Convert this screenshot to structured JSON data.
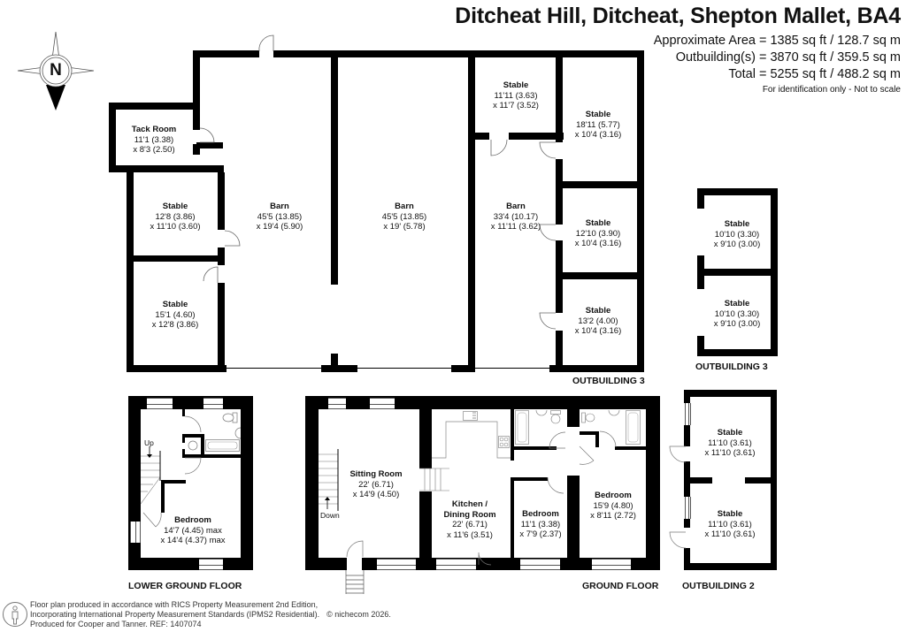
{
  "header": {
    "title": "Ditcheat Hill, Ditcheat, Shepton Mallet, BA4",
    "approximate_area": "Approximate Area = 1385 sq ft / 128.7 sq m",
    "outbuildings_area": "Outbuilding(s) = 3870 sq ft / 359.5 sq m",
    "total_area": "Total = 5255 sq ft / 488.2 sq m",
    "disclaimer": "For identification only - Not to scale"
  },
  "compass": {
    "label": "N",
    "icon": "compass-north-icon"
  },
  "outbuilding3_main": {
    "label": "OUTBUILDING 3",
    "rooms": [
      {
        "name": "Tack Room",
        "dim1": "11'1 (3.38)",
        "dim2": "x 8'3 (2.50)"
      },
      {
        "name": "Stable",
        "dim1": "12'8 (3.86)",
        "dim2": "x 11'10 (3.60)"
      },
      {
        "name": "Stable",
        "dim1": "15'1 (4.60)",
        "dim2": "x 12'8 (3.86)"
      },
      {
        "name": "Barn",
        "dim1": "45'5 (13.85)",
        "dim2": "x 19'4 (5.90)"
      },
      {
        "name": "Barn",
        "dim1": "45'5 (13.85)",
        "dim2": "x 19' (5.78)"
      },
      {
        "name": "Stable",
        "dim1": "11'11 (3.63)",
        "dim2": "x 11'7 (3.52)"
      },
      {
        "name": "Barn",
        "dim1": "33'4 (10.17)",
        "dim2": "x 11'11 (3.62)"
      },
      {
        "name": "Stable",
        "dim1": "18'11 (5.77)",
        "dim2": "x 10'4 (3.16)"
      },
      {
        "name": "Stable",
        "dim1": "12'10 (3.90)",
        "dim2": "x 10'4 (3.16)"
      },
      {
        "name": "Stable",
        "dim1": "13'2 (4.00)",
        "dim2": "x 10'4 (3.16)"
      }
    ]
  },
  "outbuilding3_small": {
    "label": "OUTBUILDING 3",
    "rooms": [
      {
        "name": "Stable",
        "dim1": "10'10 (3.30)",
        "dim2": "x 9'10 (3.00)"
      },
      {
        "name": "Stable",
        "dim1": "10'10 (3.30)",
        "dim2": "x 9'10 (3.00)"
      }
    ]
  },
  "lower_ground_floor": {
    "label": "LOWER GROUND FLOOR",
    "stairs_label": "Up",
    "rooms": [
      {
        "name": "Bedroom",
        "dim1": "14'7 (4.45) max",
        "dim2": "x 14'4 (4.37) max"
      }
    ]
  },
  "ground_floor": {
    "label": "GROUND FLOOR",
    "stairs_label": "Down",
    "rooms": [
      {
        "name": "Sitting Room",
        "dim1": "22' (6.71)",
        "dim2": "x 14'9 (4.50)"
      },
      {
        "name": "Kitchen /",
        "name2": "Dining Room",
        "dim1": "22' (6.71)",
        "dim2": "x 11'6 (3.51)"
      },
      {
        "name": "Bedroom",
        "dim1": "11'1 (3.38)",
        "dim2": "x 7'9 (2.37)"
      },
      {
        "name": "Bedroom",
        "dim1": "15'9 (4.80)",
        "dim2": "x 8'11 (2.72)"
      }
    ]
  },
  "outbuilding2": {
    "label": "OUTBUILDING 2",
    "rooms": [
      {
        "name": "Stable",
        "dim1": "11'10 (3.61)",
        "dim2": "x 11'10 (3.61)"
      },
      {
        "name": "Stable",
        "dim1": "11'10 (3.61)",
        "dim2": "x 11'10 (3.61)"
      }
    ]
  },
  "footer": {
    "line1": "Floor plan produced in accordance with RICS Property Measurement 2nd Edition,",
    "line2": "Incorporating International Property Measurement Standards (IPMS2 Residential).",
    "copyright": "© nichecom 2026.",
    "line3": "Produced for Cooper and Tanner.   REF:  1407074",
    "icon": "person-info-icon"
  },
  "colors": {
    "wall": "#000000",
    "background": "#ffffff",
    "text": "#111111"
  }
}
